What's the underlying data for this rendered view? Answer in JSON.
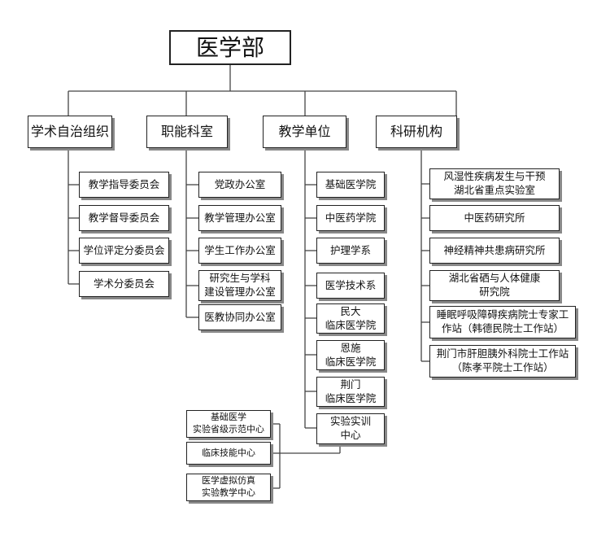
{
  "root": "医学部",
  "categories": [
    {
      "label": "学术自治组织",
      "children": [
        "教学指导委员会",
        "教学督导委员会",
        "学位评定分委员会",
        "学术分委员会"
      ]
    },
    {
      "label": "职能科室",
      "children": [
        "党政办公室",
        "教学管理办公室",
        "学生工作办公室",
        "研究生与学科\n建设管理办公室",
        "医教协同办公室"
      ]
    },
    {
      "label": "教学单位",
      "children": [
        "基础医学院",
        "中医药学院",
        "护理学系",
        "医学技术系",
        "民大\n临床医学院",
        "恩施\n临床医学院",
        "荆门\n临床医学院",
        "实验实训\n中心"
      ]
    },
    {
      "label": "科研机构",
      "children": [
        "风湿性疾病发生与干预\n湖北省重点实验室",
        "中医药研究所",
        "神经精神共患病研究所",
        "湖北省硒与人体健康\n研究院",
        "睡眠呼吸障碍疾病院士专家工\n作站（韩德民院士工作站）",
        "荆门市肝胆胰外科院士工作站\n（陈孝平院士工作站）"
      ]
    }
  ],
  "training_center_children": [
    "基础医学\n实验省级示范中心",
    "临床技能中心",
    "医学虚拟仿真\n实验教学中心"
  ]
}
